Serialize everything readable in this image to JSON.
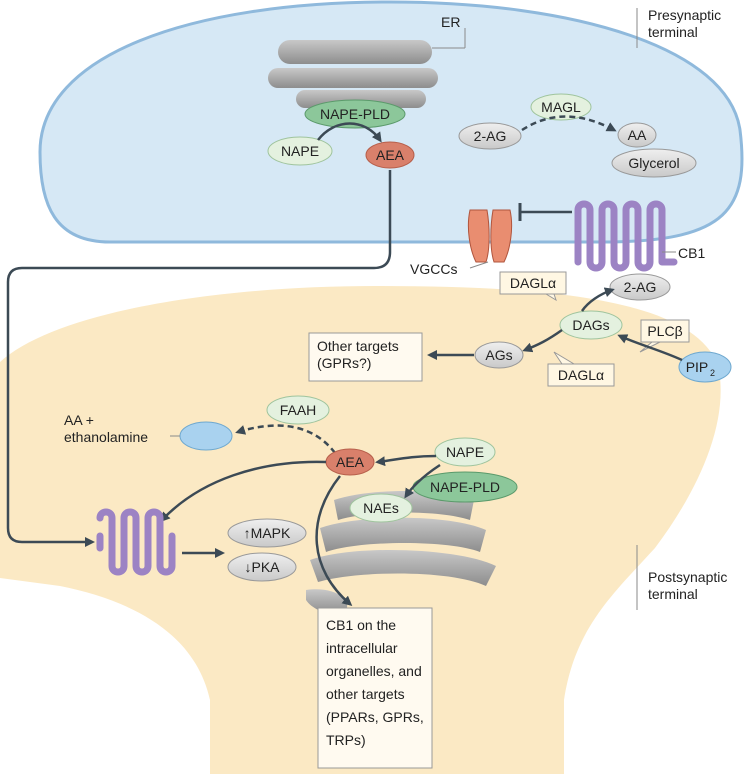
{
  "regions": {
    "presynaptic": "Presynaptic\nterminal",
    "postsynaptic": "Postsynaptic\nterminal"
  },
  "labels": {
    "er": "ER",
    "cb1": "CB1",
    "vgccs": "VGCCs",
    "aa_ethanolamine": "AA +\nethanolamine"
  },
  "pre": {
    "nape_pld": "NAPE-PLD",
    "nape": "NAPE",
    "aea": "AEA",
    "magl": "MAGL",
    "two_ag": "2-AG",
    "aa": "AA",
    "glycerol": "Glycerol"
  },
  "post": {
    "dagl_top": "DAGLα",
    "two_ag": "2-AG",
    "dags": "DAGs",
    "plcb": "PLCβ",
    "pip2_base": "PIP",
    "pip2_sub": "2",
    "ags": "AGs",
    "dagl_bottom": "DAGLα",
    "other_targets": "Other targets\n(GPRs?)",
    "faah": "FAAH",
    "aea": "AEA",
    "nape": "NAPE",
    "nape_pld": "NAPE-PLD",
    "naes": "NAEs",
    "mapk": "↑MAPK",
    "pka": "↓PKA",
    "cb1_box": "CB1 on the\nintracellular\norganelles, and\nother targets\n(PPARs, GPRs,\nTRPs)"
  },
  "colors": {
    "pre_fill": "#d6e8f5",
    "pre_stroke": "#8fb9dc",
    "post_fill": "#fbe9c4",
    "green": "#cfe7cf",
    "green_dark": "#6fae7e",
    "red": "#d9806b",
    "grey": "#d9d9d9",
    "receptor": "#a98cc7",
    "arrow": "#3c4a55"
  }
}
